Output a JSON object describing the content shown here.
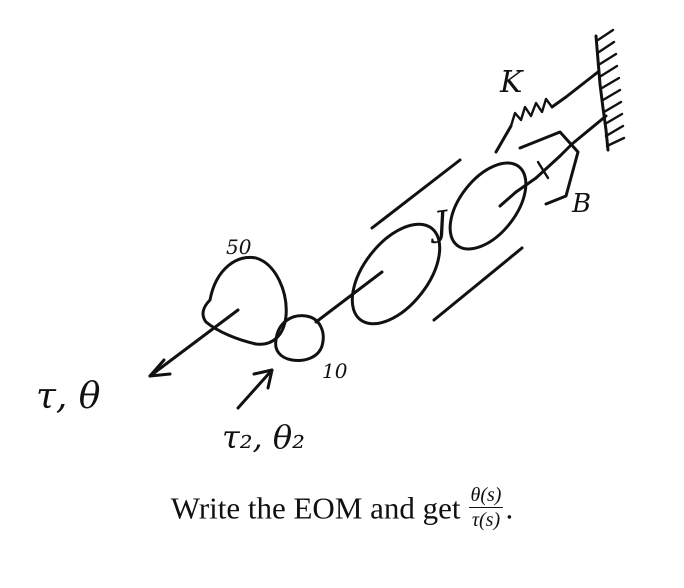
{
  "labels": {
    "spring": "K",
    "damper": "B",
    "inertia": "J",
    "big_gear": "50",
    "small_gear": "10",
    "output_torque": "τ, θ",
    "input_torque": "τ₂, θ₂"
  },
  "caption": {
    "text": "Write the EOM and get",
    "numerator": "θ(s)",
    "denominator": "τ(s)",
    "end": "."
  }
}
